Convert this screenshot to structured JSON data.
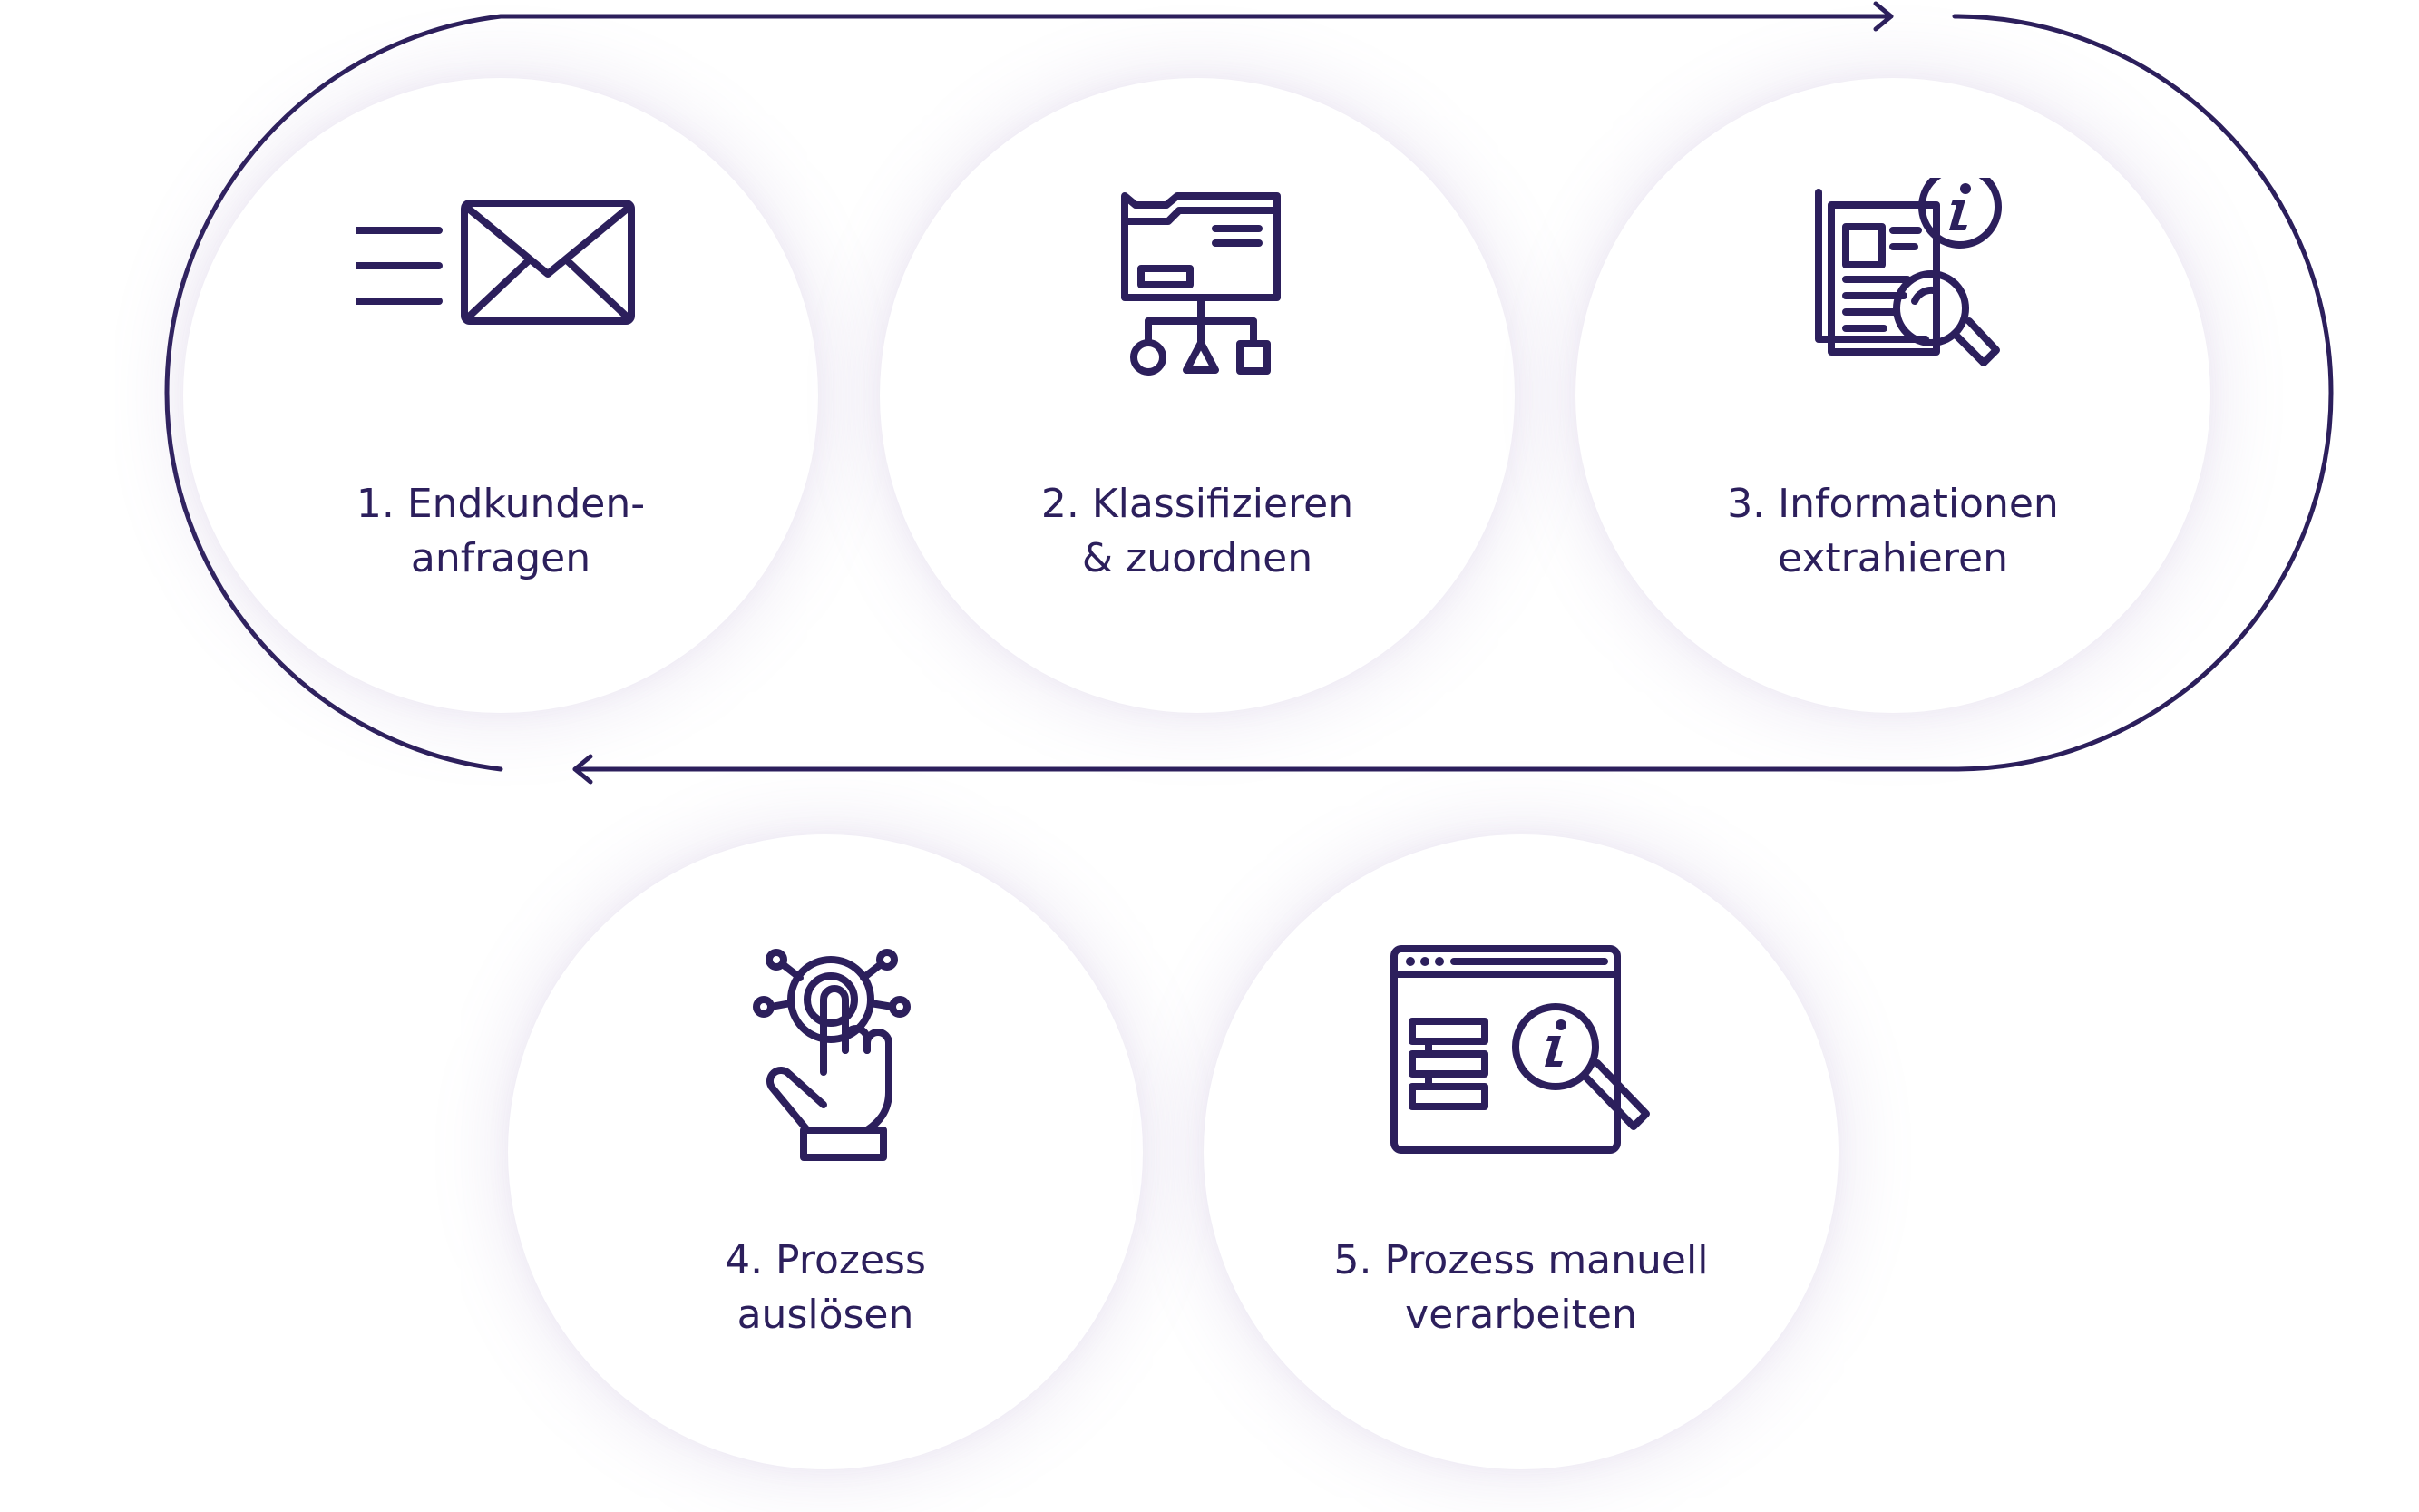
{
  "steps": [
    {
      "line1": "1. Endkunden-",
      "line2": "anfragen",
      "icon": "envelope-icon"
    },
    {
      "line1": "2. Klassifizieren",
      "line2": "& zuordnen",
      "icon": "folder-hierarchy-icon"
    },
    {
      "line1": "3. Informationen",
      "line2": "extrahieren",
      "icon": "document-search-info-icon"
    },
    {
      "line1": "4. Prozess",
      "line2": "auslösen",
      "icon": "touch-trigger-icon"
    },
    {
      "line1": "5. Prozess manuell",
      "line2": "verarbeiten",
      "icon": "browser-info-search-icon"
    }
  ],
  "colors": {
    "ink": "#2c1f5c",
    "background": "#ffffff",
    "shadow": "#9178b9"
  }
}
